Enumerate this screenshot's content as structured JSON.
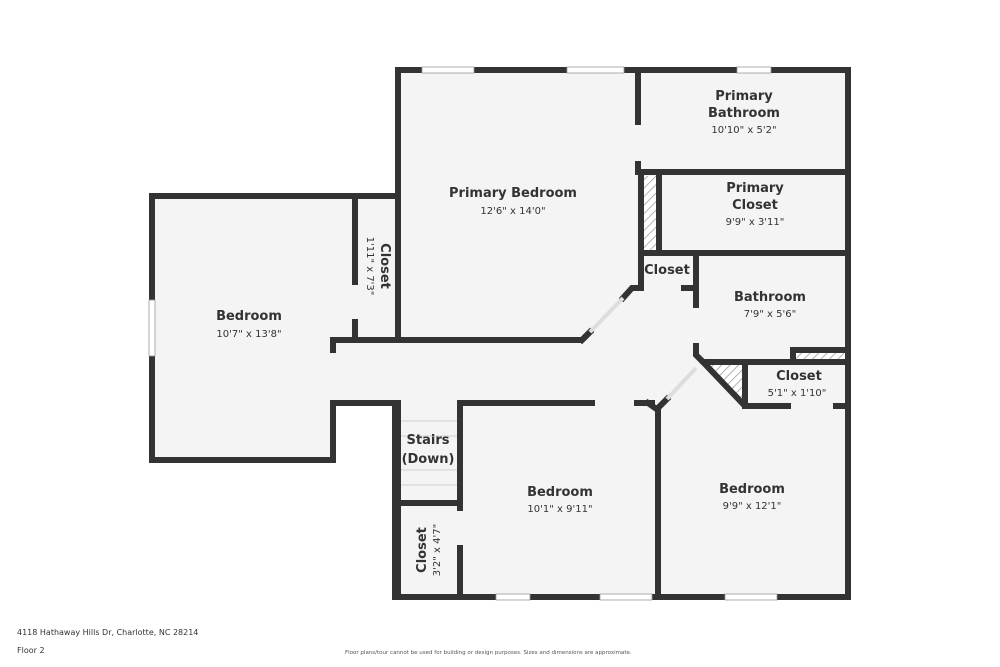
{
  "footer": {
    "address": "4118 Hathaway Hills Dr, Charlotte, NC 28214",
    "floor": "Floor 2",
    "disclaimer": "Floor plans/tour cannot be used for building or design purposes. Sizes and dimensions are approximate."
  },
  "colors": {
    "wall": "#333333",
    "room": "#f4f4f4",
    "text": "#333333",
    "background": "#ffffff"
  },
  "rooms": [
    {
      "name": "Bedroom",
      "dims": "10'7\" x 13'8\""
    },
    {
      "name": "Closet",
      "dims": "1'11\" x 7'3\""
    },
    {
      "name": "Primary Bedroom",
      "dims": "12'6\" x 14'0\""
    },
    {
      "name_line1": "Primary",
      "name_line2": "Bathroom",
      "dims": "10'10\" x 5'2\""
    },
    {
      "name_line1": "Primary",
      "name_line2": "Closet",
      "dims": "9'9\" x 3'11\""
    },
    {
      "name": "Closet"
    },
    {
      "name": "Bathroom",
      "dims": "7'9\" x 5'6\""
    },
    {
      "name": "Closet",
      "dims": "5'1\" x 1'10\""
    },
    {
      "name_line1": "Stairs",
      "name_line2": "(Down)"
    },
    {
      "name": "Closet",
      "dims": "3'2\" x 4'7\""
    },
    {
      "name": "Bedroom",
      "dims": "10'1\" x 9'11\""
    },
    {
      "name": "Bedroom",
      "dims": "9'9\" x 12'1\""
    }
  ]
}
